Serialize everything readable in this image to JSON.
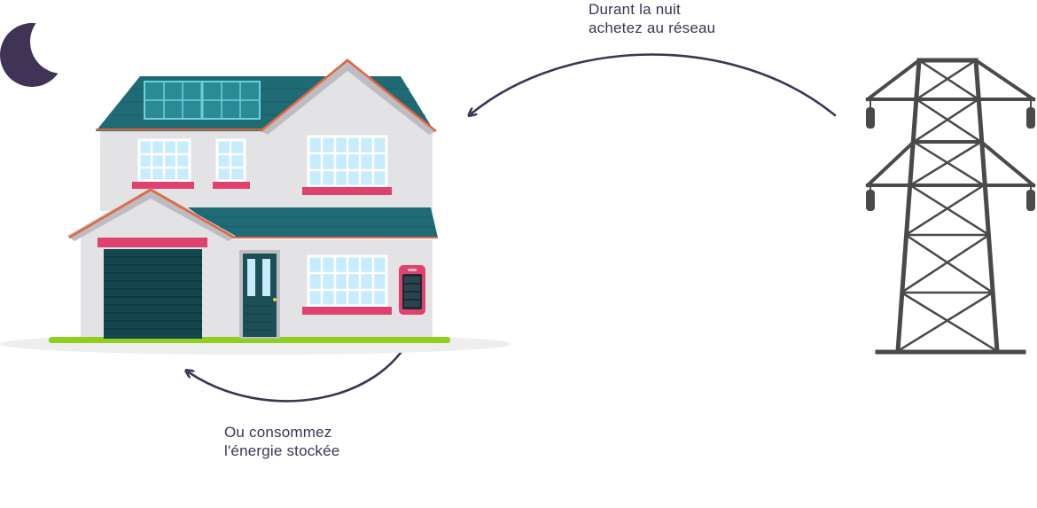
{
  "captions": {
    "grid_purchase": {
      "line1": "Durant la nuit",
      "line2": "achetez au réseau"
    },
    "stored_energy": {
      "line1": "Ou consommez",
      "line2": "l'énergie stockée"
    }
  },
  "colors": {
    "text": "#3f3356",
    "moon": "#3f3356",
    "arrow": "#3f3356",
    "roof": "#1f6b75",
    "wall": "#e3e3e6",
    "accent_pink": "#e0426f",
    "roof_trim": "#e8643c",
    "glass": "#c7ecfb",
    "grass": "#8ecf1f",
    "pylon": "#4a4a4a"
  },
  "icons": [
    "moon-icon",
    "house-illustration",
    "home-battery-icon",
    "electricity-pylon-icon"
  ]
}
